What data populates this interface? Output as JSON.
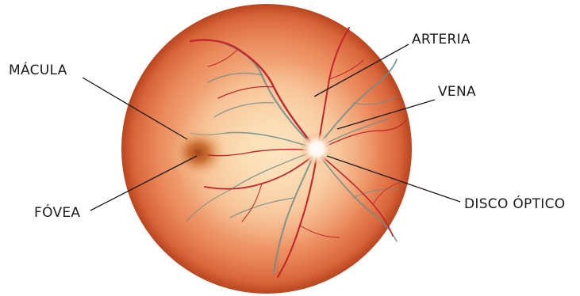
{
  "diagram": {
    "labels": {
      "macula": "MÁCULA",
      "fovea": "FÓVEA",
      "arteria": "ARTERIA",
      "vena": "VENA",
      "disco_optico": "DISCO ÓPTICO"
    }
  }
}
